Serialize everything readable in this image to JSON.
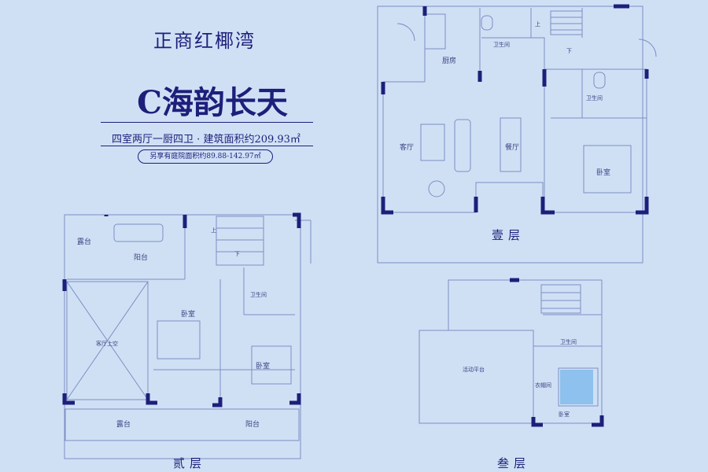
{
  "header": {
    "brand": "正商红椰湾",
    "plan_name": "C海韵长天",
    "specs": "四室两厅一厨四卫 · 建筑面积约209.93㎡",
    "extra_area": "另享有庭院面积约89.88-142.97㎡"
  },
  "floors": {
    "first": {
      "label": "壹层",
      "rooms": {
        "kitchen": "厨房",
        "bath1": "卫生间",
        "bath2": "卫生间",
        "living": "客厅",
        "dining": "餐厅",
        "bedroom": "卧室",
        "up": "上",
        "down": "下"
      }
    },
    "second": {
      "label": "贰层",
      "rooms": {
        "terrace_top": "露台",
        "balcony_top": "阳台",
        "living_void": "客厅上空",
        "bedroom1": "卧室",
        "bedroom2": "卧室",
        "bath": "卫生间",
        "terrace_bottom": "露台",
        "balcony_bottom": "阳台",
        "up": "上",
        "down": "下"
      }
    },
    "third": {
      "label": "叁层",
      "rooms": {
        "platform": "活动平台",
        "bath": "卫生间",
        "closet": "衣帽间",
        "bedroom": "卧室"
      }
    }
  },
  "colors": {
    "background": "#cfe0f5",
    "wall": "#1e1f7a",
    "line": "#7d8ec2",
    "text": "#1e1f7a"
  }
}
